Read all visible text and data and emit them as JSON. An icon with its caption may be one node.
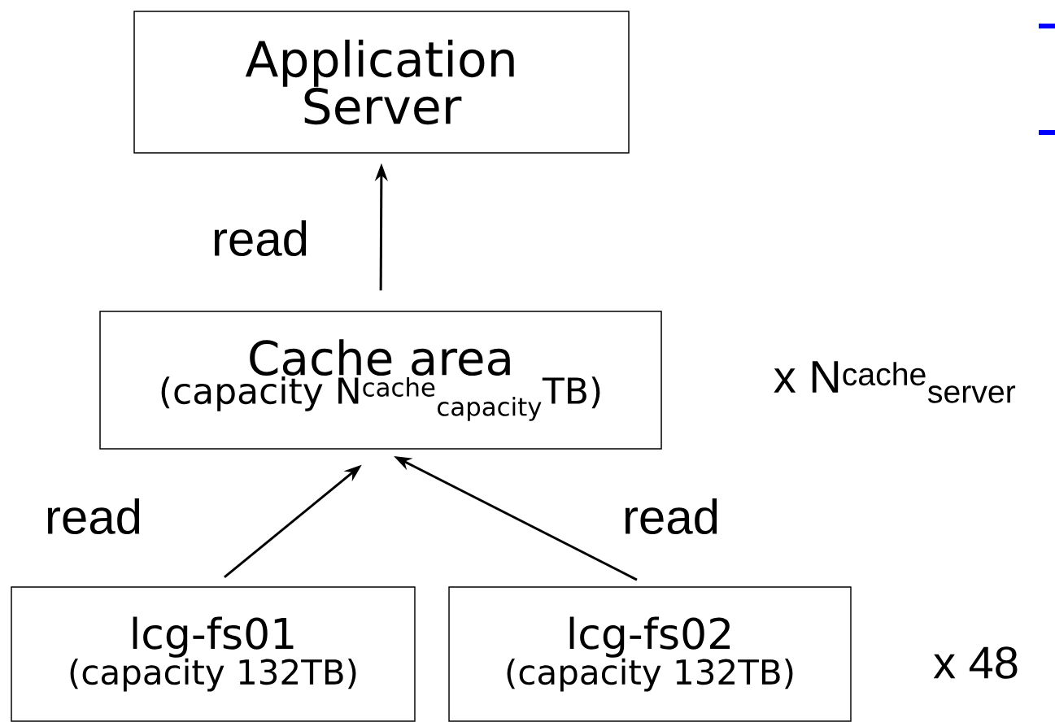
{
  "diagram": {
    "nodes": [
      {
        "text": [
          "Application Server"
        ]
      },
      {
        "text": [
          "Cache area",
          "(capacity N$^{cache}$$_{capacity}$TB)"
        ]
      },
      {
        "text": [
          "lcg-fs01",
          "(capacity 132TB)"
        ]
      },
      {
        "text": [
          "lcg-fs02",
          "(capacity 132TB)"
        ]
      }
    ],
    "edges": [
      {
        "from": 1,
        "to": 0,
        "arrow": "to",
        "label": "read"
      },
      {
        "from": 2,
        "to": 1,
        "arrow": "to",
        "label": "read"
      },
      {
        "from": 3,
        "to": 1,
        "arrow": "to",
        "label": "read"
      }
    ],
    "labels": [
      "x N$^{cache}$$_{server}$",
      "x 48"
    ]
  }
}
